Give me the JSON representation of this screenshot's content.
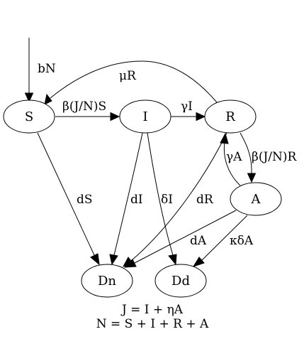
{
  "nodes": {
    "S": "S",
    "I": "I",
    "R": "R",
    "A": "A",
    "Dn": "Dn",
    "Dd": "Dd"
  },
  "edges": {
    "birth": "bN",
    "s_to_i": "β(J/N)S",
    "i_to_r": "γI",
    "r_to_s": "μR",
    "r_to_a": "β(J/N)R",
    "a_to_r": "γA",
    "s_to_dn": "dS",
    "i_to_dn": "dI",
    "i_to_dd": "δI",
    "r_to_dn": "dR",
    "a_to_dn": "dA",
    "a_to_dd": "κδA"
  },
  "footer": {
    "line1": "J = I + ηA",
    "line2": "N = S + I + R + A"
  }
}
